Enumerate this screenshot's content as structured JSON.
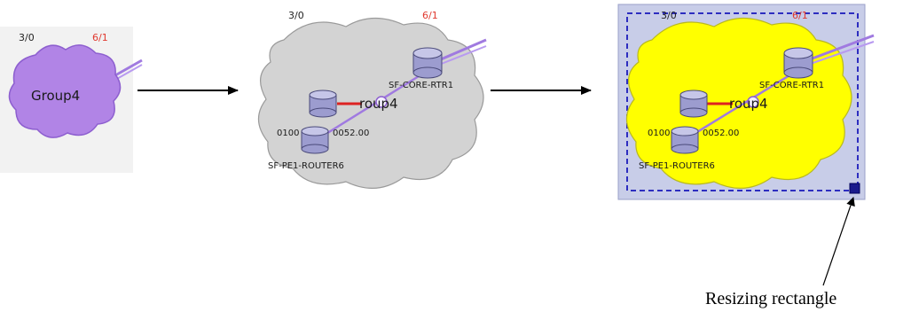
{
  "panel1": {
    "port_left": "3/0",
    "port_right": "6/1",
    "group_label": "Group4"
  },
  "panel2": {
    "port_left": "3/0",
    "port_right": "6/1",
    "group_label_partial": "roup4",
    "router_top": "SF-CORE-RTR1",
    "router_bottom": "SF-PE1-ROUTER6",
    "addr_left": "0100",
    "addr_right": "0052.00"
  },
  "panel3": {
    "port_left": "3/0",
    "port_right": "6/1",
    "group_label_partial": "roup4",
    "router_top": "SF-CORE-RTR1",
    "router_bottom": "SF-PE1-ROUTER6",
    "addr_left": "0100",
    "addr_right": "0052.00"
  },
  "caption": "Resizing rectangle",
  "colors": {
    "group_collapsed": "#b184e6",
    "group_expanded": "#d3d3d3",
    "group_selected": "#ffff00",
    "selection_fill": "#c8cde8",
    "selection_border": "#2d2dc0",
    "link": "#a07ae0",
    "router": "#9c9ccf"
  }
}
